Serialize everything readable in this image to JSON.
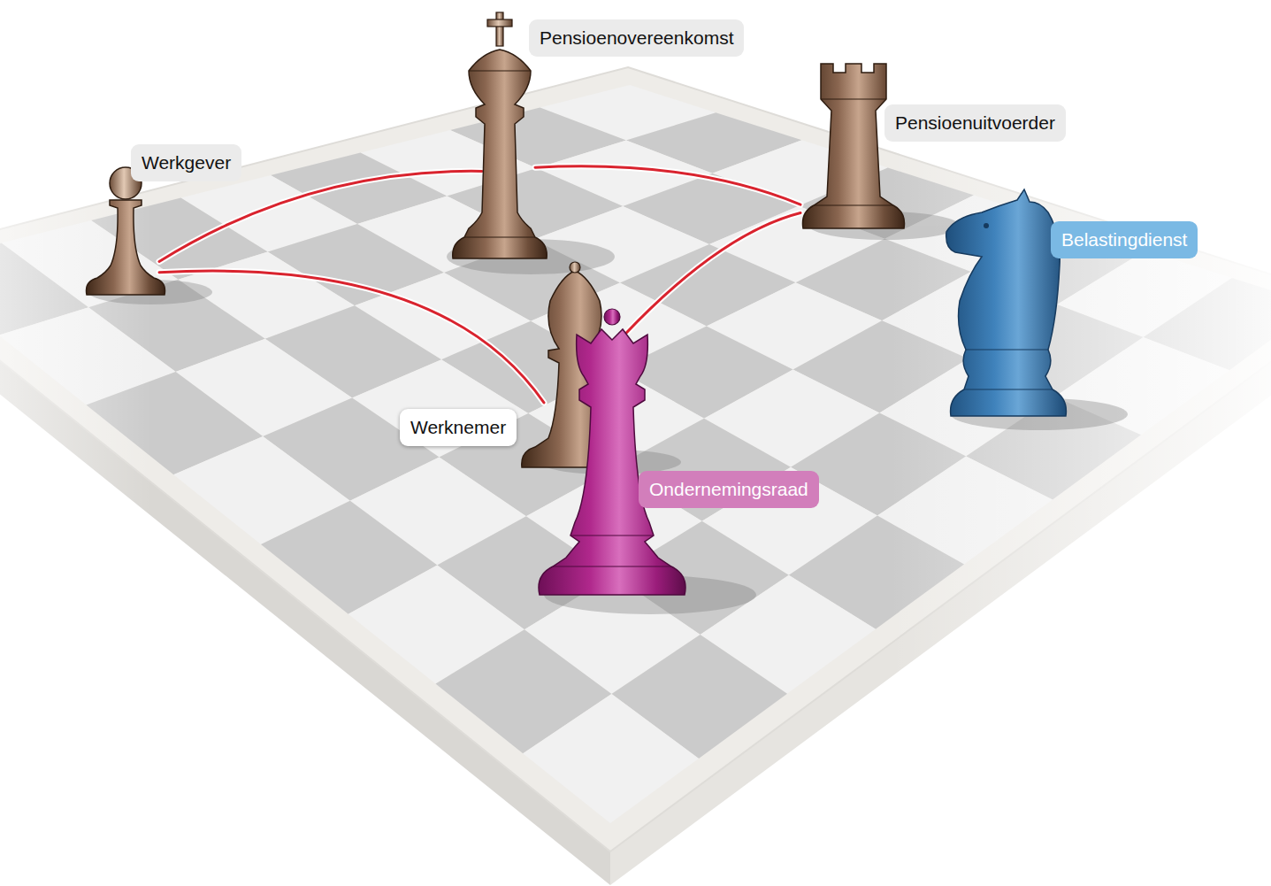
{
  "diagram": {
    "nodes": [
      {
        "text": [
          "Pensioenovereenkomst"
        ]
      },
      {
        "text": [
          "Werkgever"
        ]
      },
      {
        "text": [
          "Pensioenuitvoerder"
        ]
      },
      {
        "text": [
          "Belastingdienst"
        ]
      },
      {
        "text": [
          "Werknemer"
        ]
      },
      {
        "text": [
          "Ondernemingsraad"
        ]
      }
    ],
    "edges": [
      {
        "from": 1,
        "to": 0,
        "arrow": "none"
      },
      {
        "from": 0,
        "to": 2,
        "arrow": "none"
      },
      {
        "from": 1,
        "to": 4,
        "arrow": "none"
      },
      {
        "from": 4,
        "to": 2,
        "arrow": "none"
      }
    ]
  }
}
